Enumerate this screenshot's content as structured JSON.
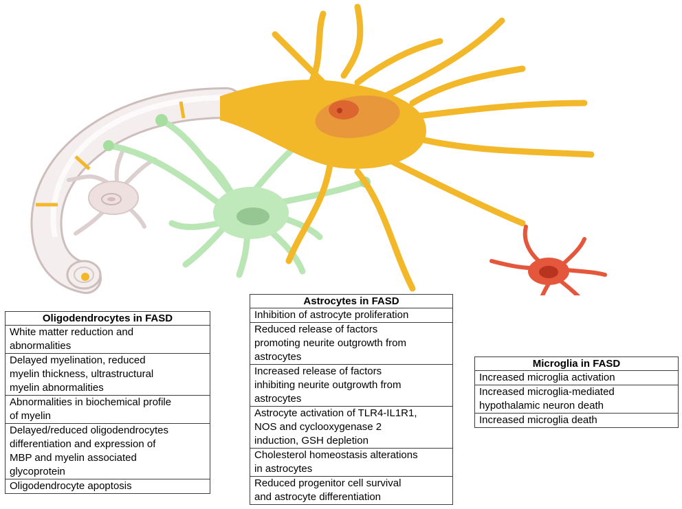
{
  "boxes": {
    "oligodendrocytes": {
      "title": "Oligodendrocytes in FASD",
      "items": [
        "White matter reduction and\nabnormalities",
        "Delayed myelination, reduced\nmyelin thickness, ultrastructural\nmyelin abnormalities",
        "Abnormalities in biochemical profile\nof myelin",
        "Delayed/reduced oligodendrocytes\ndifferentiation and expression of\nMBP and myelin associated\nglycoprotein",
        "Oligodendrocyte apoptosis"
      ]
    },
    "astrocytes": {
      "title": "Astrocytes in FASD",
      "items": [
        "Inhibition of astrocyte proliferation",
        "Reduced release of factors\npromoting neurite outgrowth from\nastrocytes",
        "Increased release of factors\ninhibiting neurite outgrowth from\nastrocytes",
        "Astrocyte activation of TLR4-IL1R1,\nNOS and cyclooxygenase 2\ninduction, GSH depletion",
        "Cholesterol homeostasis alterations\nin astrocytes",
        "Reduced progenitor cell survival\nand astrocyte differentiation"
      ]
    },
    "microglia": {
      "title": "Microglia in FASD",
      "items": [
        "Increased microglia activation",
        "Increased microglia-mediated\nhypothalamic neuron death",
        "Increased microglia death"
      ]
    }
  },
  "colors": {
    "neuron": "#f2b82a",
    "neuron_dark": "#d99a18",
    "nucleus": "#e06a3a",
    "astrocyte": "#b9e6b4",
    "astrocyte_dark": "#8fcb8a",
    "oligodendrocyte": "#efe0e0",
    "myelin": "#f3ecec",
    "microglia": "#e4573d",
    "border": "#3a3a3a"
  }
}
